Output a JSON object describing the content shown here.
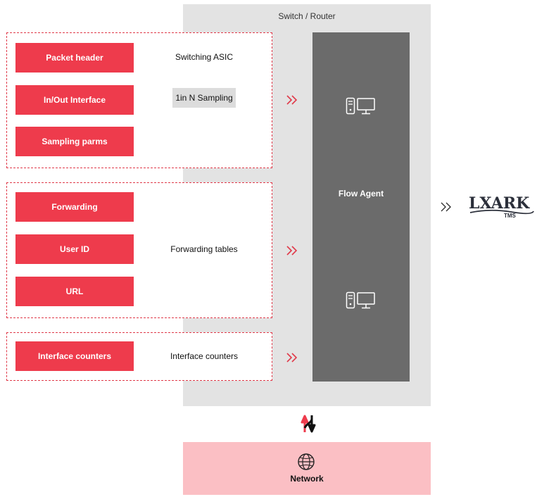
{
  "router": {
    "title": "Switch / Router"
  },
  "groups": {
    "asic": {
      "items": [
        "Packet header",
        "In/Out Interface",
        "Sampling parms"
      ],
      "label": "Switching ASIC",
      "sampling": "1in N Sampling"
    },
    "forwarding": {
      "items": [
        "Forwarding",
        "User ID",
        "URL"
      ],
      "label": "Forwarding tables"
    },
    "counters": {
      "items": [
        "Interface counters"
      ],
      "label": "Interface counters"
    }
  },
  "agent": {
    "label": "Flow Agent"
  },
  "network": {
    "label": "Network"
  },
  "logo": {
    "main": "LXARK",
    "sub": "TMS"
  },
  "colors": {
    "accent": "#ee3b4c",
    "agent": "#6b6b6b",
    "router_bg": "#e3e3e3",
    "network_bg": "#fbbfc4"
  },
  "icons": [
    "server-pc-icon",
    "chevrons-right-icon",
    "globe-icon",
    "up-down-arrows-icon"
  ]
}
